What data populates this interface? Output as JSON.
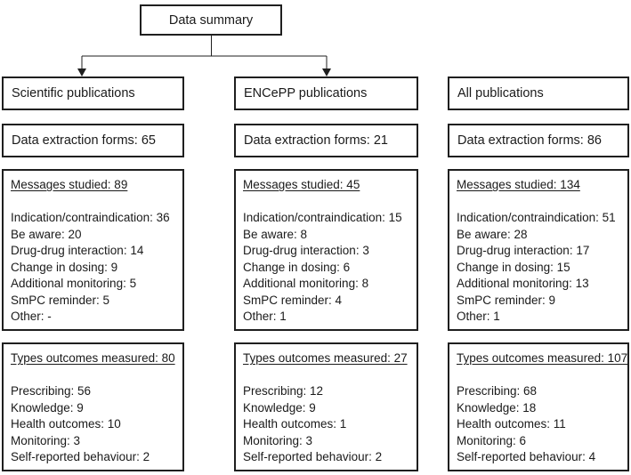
{
  "title": "Data summary",
  "colors": {
    "box_border": "#1f1f1f",
    "text": "#1a1a1a",
    "background": "#ffffff"
  },
  "columns": [
    {
      "header": "Scientific publications",
      "extraction": "Data extraction forms: 65",
      "messages": {
        "title": "Messages studied: 89",
        "items": [
          "Indication/contraindication: 36",
          "Be aware: 20",
          "Drug-drug interaction: 14",
          "Change in dosing: 9",
          "Additional monitoring: 5",
          "SmPC reminder: 5",
          "Other: -"
        ]
      },
      "outcomes": {
        "title": "Types outcomes measured: 80",
        "items": [
          "Prescribing: 56",
          "Knowledge: 9",
          "Health outcomes: 10",
          "Monitoring: 3",
          "Self-reported behaviour: 2"
        ]
      }
    },
    {
      "header": "ENCePP publications",
      "extraction": "Data extraction forms: 21",
      "messages": {
        "title": "Messages studied: 45",
        "items": [
          "Indication/contraindication: 15",
          "Be aware: 8",
          "Drug-drug interaction: 3",
          "Change in dosing: 6",
          "Additional monitoring: 8",
          "SmPC reminder: 4",
          "Other: 1"
        ]
      },
      "outcomes": {
        "title": "Types outcomes measured: 27",
        "items": [
          "Prescribing: 12",
          "Knowledge: 9",
          "Health outcomes: 1",
          "Monitoring: 3",
          "Self-reported behaviour: 2"
        ]
      }
    },
    {
      "header": "All publications",
      "extraction": "Data extraction forms: 86",
      "messages": {
        "title": "Messages studied: 134",
        "items": [
          "Indication/contraindication: 51",
          "Be aware: 28",
          "Drug-drug interaction: 17",
          "Change in dosing: 15",
          "Additional monitoring: 13",
          "SmPC reminder: 9",
          "Other: 1"
        ]
      },
      "outcomes": {
        "title": "Types outcomes measured: 107",
        "items": [
          "Prescribing: 68",
          "Knowledge: 18",
          "Health outcomes: 11",
          "Monitoring: 6",
          "Self-reported behaviour: 4"
        ]
      }
    }
  ]
}
